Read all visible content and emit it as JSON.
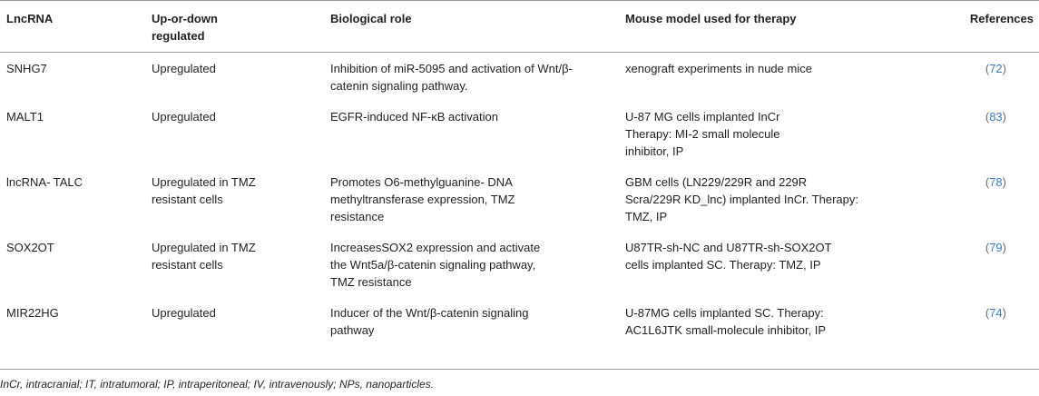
{
  "table": {
    "headers": [
      "LncRNA",
      "Up-or-down regulated",
      "Biological role",
      "Mouse model used for therapy",
      "References"
    ],
    "rows": [
      {
        "lncrna": "SNHG7",
        "regulation": "Upregulated",
        "role": "Inhibition of miR-5095 and activation of Wnt/β-catenin signaling pathway.",
        "model": "xenograft experiments in nude mice",
        "ref": "72"
      },
      {
        "lncrna": "MALT1",
        "regulation": "Upregulated",
        "role": "EGFR-induced NF-κB activation",
        "model": "U-87 MG cells implanted InCr Therapy: MI-2 small molecule inhibitor, IP",
        "ref": "83"
      },
      {
        "lncrna": "lncRNA- TALC",
        "regulation": "Upregulated in TMZ resistant cells",
        "role": "Promotes O6-methylguanine- DNA methyltransferase expression, TMZ resistance",
        "model": "GBM cells (LN229/229R and 229R Scra/229R KD_lnc) implanted InCr. Therapy: TMZ, IP",
        "ref": "78"
      },
      {
        "lncrna": "SOX2OT",
        "regulation": "Upregulated in TMZ resistant cells",
        "role": "IncreasesSOX2 expression and activate the Wnt5a/β-catenin signaling pathway, TMZ resistance",
        "model": "U87TR-sh-NC and U87TR-sh-SOX2OT cells implanted SC. Therapy: TMZ, IP",
        "ref": "79"
      },
      {
        "lncrna": "MIR22HG",
        "regulation": "Upregulated",
        "role": "Inducer of the Wnt/β-catenin signaling pathway",
        "model": "U-87MG cells implanted SC. Therapy: AC1L6JTK small-molecule inhibitor, IP",
        "ref": "74"
      }
    ]
  },
  "footnote": "InCr, intracranial; IT, intratumoral; IP, intraperitoneal; IV, intravenously; NPs, nanoparticles."
}
